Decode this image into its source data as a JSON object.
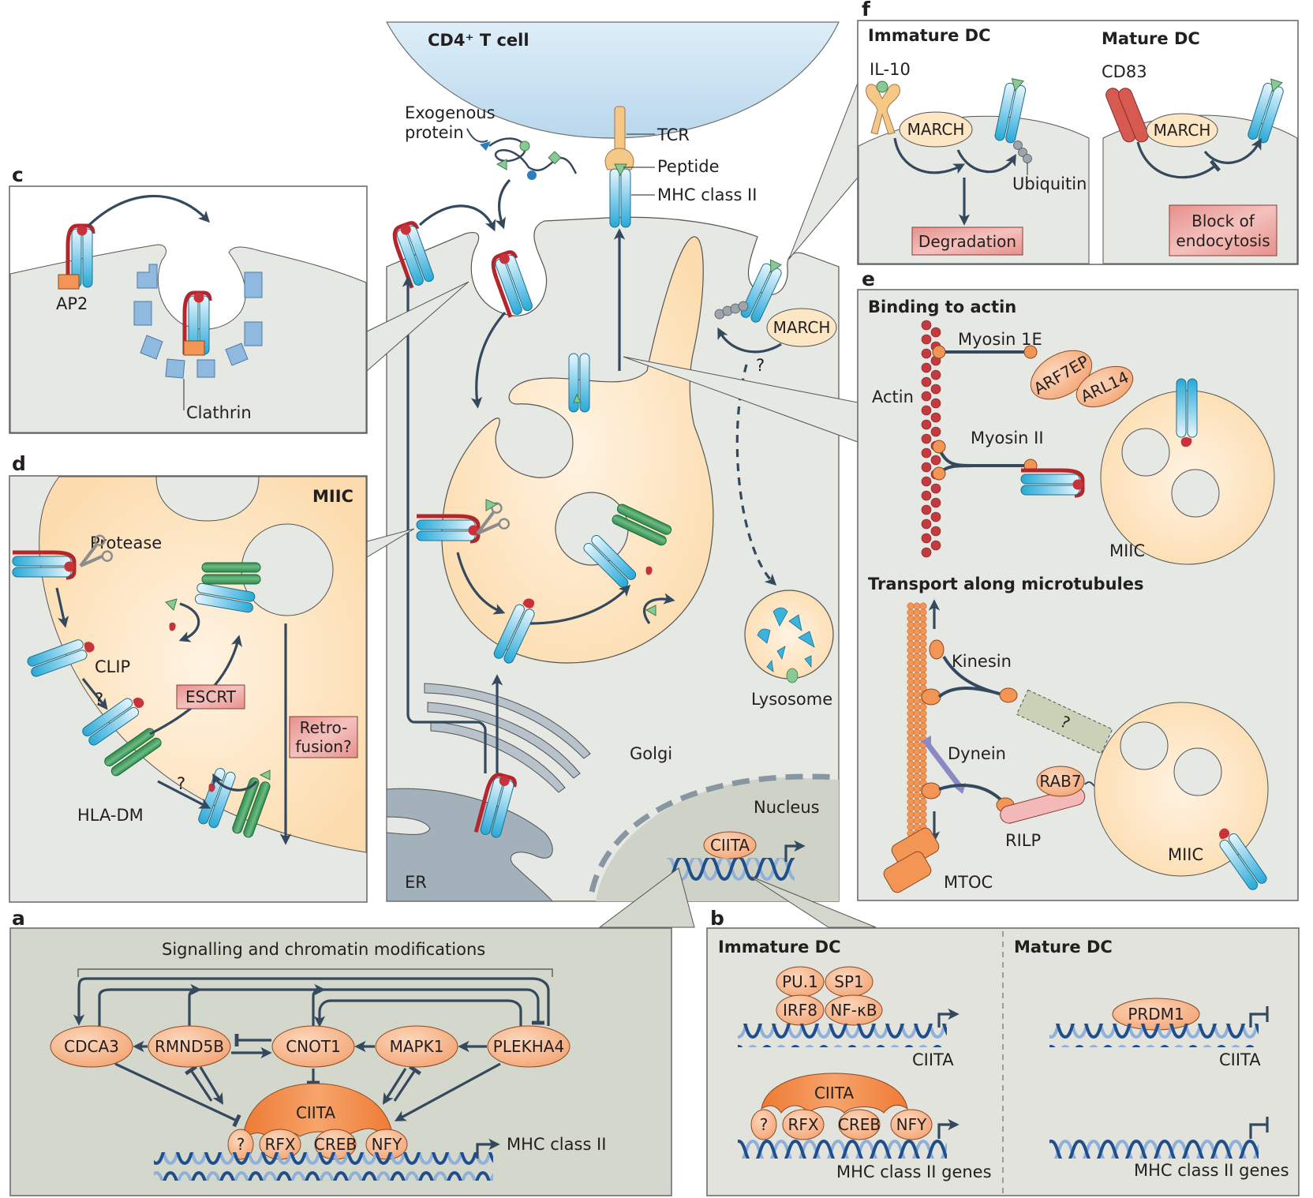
{
  "figure": {
    "colors": {
      "cell_grey": "#e6e8e3",
      "nucleus_grey": "#cfd2c7",
      "panel_ab_grey": "#d4d7cc",
      "miic_peach": "#fde6c4",
      "tcell_blue": "#cfe4f3",
      "mhc_blue": "#3bb3dc",
      "invariant_red": "#b3262c",
      "hla_dm_green": "#3b9a5a",
      "node_orange": "#f7b98f",
      "ciita_orange": "#f07f3a",
      "box_pink": "#e89a96",
      "arrow_navy": "#34495e",
      "er_grey": "#a3b1bb"
    },
    "center": {
      "tcell_label": "CD4⁺ T cell",
      "exogenous_label_1": "Exogenous",
      "exogenous_label_2": "protein",
      "tcr_label": "TCR",
      "peptide_label": "Peptide",
      "mhc_label": "MHC class II",
      "march_label": "MARCH",
      "question": "?",
      "lysosome_label": "Lysosome",
      "golgi_label": "Golgi",
      "nucleus_label": "Nucleus",
      "er_label": "ER",
      "ciita_label": "CIITA"
    },
    "panel_c": {
      "letter": "c",
      "ap2_label": "AP2",
      "clathrin_label": "Clathrin"
    },
    "panel_d": {
      "letter": "d",
      "title": "MIIC",
      "protease_label": "Protease",
      "clip_label": "CLIP",
      "hladm_label": "HLA-DM",
      "escrt_label": "ESCRT",
      "retrofusion_1": "Retro-",
      "retrofusion_2": "fusion?",
      "q1": "?",
      "q2": "?"
    },
    "panel_f": {
      "letter": "f",
      "immature_title": "Immature DC",
      "mature_title": "Mature DC",
      "il10_label": "IL-10",
      "cd83_label": "CD83",
      "march_label": "MARCH",
      "ubiquitin_label": "Ubiquitin",
      "degradation_label": "Degradation",
      "block_1": "Block of",
      "block_2": "endocytosis"
    },
    "panel_e": {
      "letter": "e",
      "actin_title": "Binding to actin",
      "actin_label": "Actin",
      "myosin1e_label": "Myosin 1E",
      "myosin2_label": "Myosin II",
      "arf7ep_label": "ARF7EP",
      "arl14_label": "ARL14",
      "miic_label": "MIIC",
      "mt_title": "Transport along microtubules",
      "kinesin_label": "Kinesin",
      "dynein_label": "Dynein",
      "rab7_label": "RAB7",
      "rilp_label": "RILP",
      "mtoc_label": "MTOC",
      "question": "?"
    },
    "panel_a": {
      "letter": "a",
      "bracket_label": "Signalling and chromatin modifications",
      "nodes": [
        "CDCA3",
        "RMND5B",
        "CNOT1",
        "MAPK1",
        "PLEKHA4"
      ],
      "ciita_label": "CIITA",
      "factors": [
        "?",
        "RFX",
        "CREB",
        "NFY"
      ],
      "target_label": "MHC class II"
    },
    "panel_b": {
      "letter": "b",
      "immature_title": "Immature DC",
      "mature_title": "Mature DC",
      "immature_tfs": [
        "PU.1",
        "SP1",
        "IRF8",
        "NF-κB"
      ],
      "ciita_gene_label": "CIITA",
      "ciita_protein_label": "CIITA",
      "factors": [
        "?",
        "RFX",
        "CREB",
        "NFY"
      ],
      "mhc_genes_label": "MHC class II genes",
      "prdm1_label": "PRDM1",
      "mature_ciita_gene_label": "CIITA",
      "mature_mhc_genes_label": "MHC class II genes"
    }
  }
}
